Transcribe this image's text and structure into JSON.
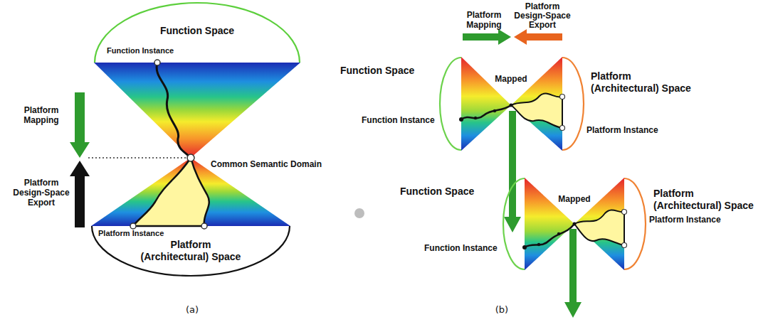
{
  "diagram": {
    "nodes": [
      {
        "text": [
          "Function Space"
        ]
      },
      {
        "text": [
          "Platform (Architectural) Space"
        ]
      },
      {
        "text": [
          "Function Space"
        ]
      },
      {
        "text": [
          "Platform (Architectural) Space"
        ]
      },
      {
        "text": [
          "Function Space"
        ]
      },
      {
        "text": [
          "Platform (Architectural) Space"
        ]
      }
    ],
    "labels": [
      "Function Instance",
      "Platform Mapping",
      "Platform Design-Space Export",
      "Common Semantic Domain",
      "Platform Instance",
      "(a)",
      "Platform Mapping",
      "Platform Design-Space Export",
      "Mapped",
      "Function Instance",
      "Platform Instance",
      "Mapped",
      "Platform Instance",
      "Function Instance",
      "(b)"
    ]
  }
}
